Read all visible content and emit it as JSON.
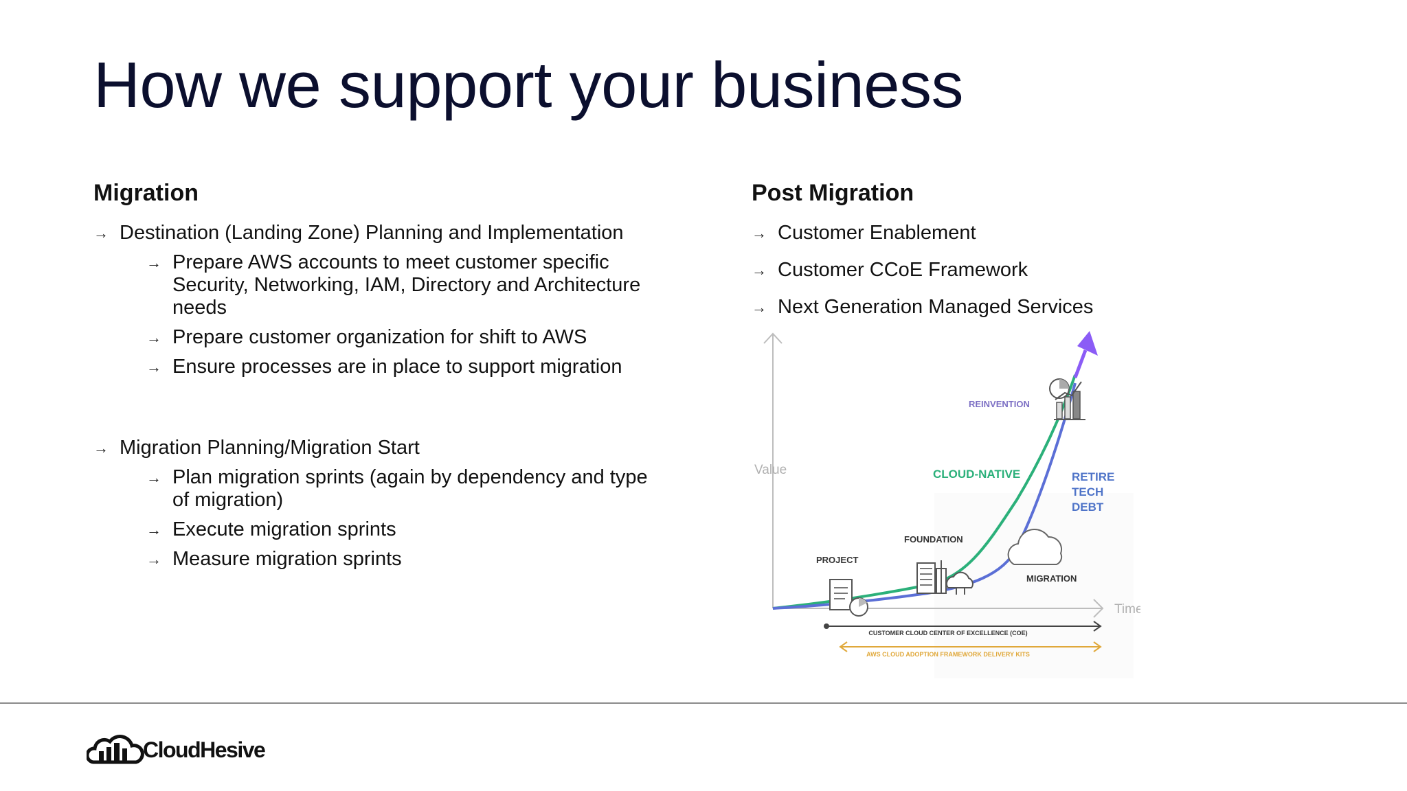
{
  "slide": {
    "title": "How we support your business"
  },
  "migration": {
    "heading": "Migration",
    "arrow_symbol": "→",
    "groups": [
      {
        "label": "Destination (Landing Zone) Planning and Implementation",
        "subitems": [
          "Prepare AWS accounts to meet customer specific Security, Networking, IAM, Directory and Architecture needs",
          "Prepare customer organization for shift to AWS",
          "Ensure processes are in place to support migration"
        ]
      },
      {
        "label": "Migration Planning/Migration Start",
        "subitems": [
          "Plan migration sprints (again by dependency and type of migration)",
          "Execute migration sprints",
          "Measure migration sprints"
        ]
      }
    ]
  },
  "post_migration": {
    "heading": "Post Migration",
    "items": [
      "Customer Enablement",
      "Customer CCoE Framework",
      "Next Generation Managed Services"
    ]
  },
  "diagram": {
    "y_axis_label": "Value",
    "x_axis_label": "Time",
    "stages": {
      "project": "PROJECT",
      "foundation": "FOUNDATION",
      "migration": "MIGRATION",
      "cloud_native": "CLOUD-NATIVE",
      "reinvention": "REINVENTION",
      "retire": [
        "RETIRE",
        "TECH",
        "DEBT"
      ]
    },
    "coe_label": "CUSTOMER CLOUD CENTER OF EXCELLENCE (COE)",
    "caf_label": "AWS CLOUD ADOPTION FRAMEWORK DELIVERY KITS",
    "colors": {
      "green_curve": "#2bb07a",
      "blue_curve": "#5b6fd6",
      "purple_arrow": "#8b5cf6",
      "caf_orange": "#e0a83a",
      "reinvention_text": "#7c6fc4",
      "cloud_native_text": "#2bb07a",
      "retire_text": "#4f74c8"
    }
  },
  "footer": {
    "brand": "CloudHesive"
  }
}
